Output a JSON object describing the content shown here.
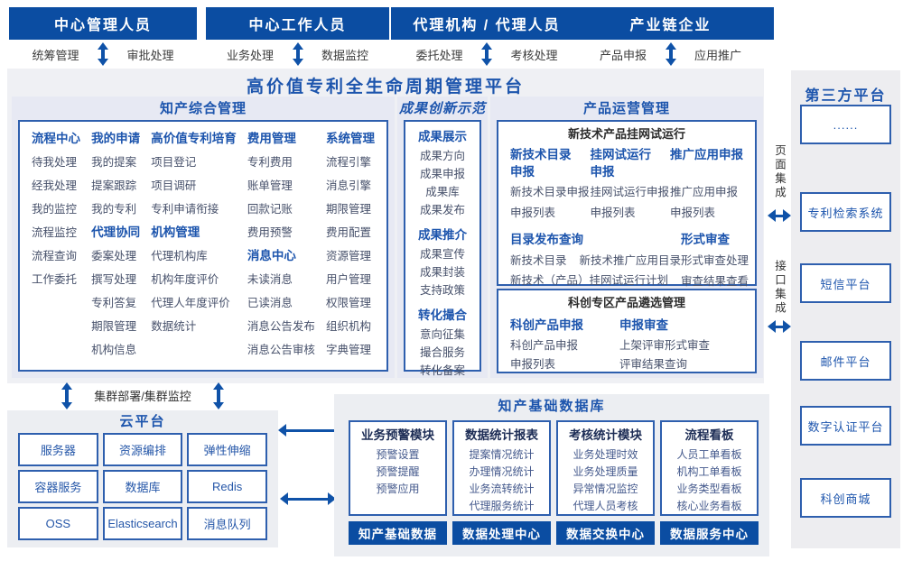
{
  "colors": {
    "primary": "#0b4da2",
    "accent": "#1d55ad",
    "box_border": "#2e5fae",
    "item_text": "#47516b"
  },
  "top_actors": [
    {
      "title": "中心管理人员",
      "left": "统筹管理",
      "right": "审批处理"
    },
    {
      "title": "中心工作人员",
      "left": "业务处理",
      "right": "数据监控"
    },
    {
      "title": "代理机构 / 代理人员",
      "left": "委托处理",
      "right": "考核处理"
    },
    {
      "title": "产业链企业",
      "left": "产品申报",
      "right": "应用推广"
    }
  ],
  "platform": {
    "title": "高价值专利全生命周期管理平台",
    "sections": {
      "zczh": {
        "title": "知产综合管理",
        "columns": [
          [
            [
              "h",
              "流程中心"
            ],
            [
              "i",
              "待我处理"
            ],
            [
              "i",
              "经我处理"
            ],
            [
              "i",
              "我的监控"
            ],
            [
              "i",
              "流程监控"
            ],
            [
              "i",
              "流程查询"
            ],
            [
              "i",
              "工作委托"
            ]
          ],
          [
            [
              "h",
              "我的申请"
            ],
            [
              "i",
              "我的提案"
            ],
            [
              "i",
              "提案跟踪"
            ],
            [
              "i",
              "我的专利"
            ],
            [
              "h",
              "代理协同"
            ],
            [
              "i",
              "委案处理"
            ],
            [
              "i",
              "撰写处理"
            ],
            [
              "i",
              "专利答复"
            ],
            [
              "i",
              "期限管理"
            ],
            [
              "i",
              "机构信息"
            ]
          ],
          [
            [
              "h",
              "高价值专利培育"
            ],
            [
              "i",
              "项目登记"
            ],
            [
              "i",
              "项目调研"
            ],
            [
              "i",
              "专利申请衔接"
            ],
            [
              "h",
              "机构管理"
            ],
            [
              "i",
              "代理机构库"
            ],
            [
              "i",
              "机构年度评价"
            ],
            [
              "i",
              "代理人年度评价"
            ],
            [
              "i",
              "数据统计"
            ]
          ],
          [
            [
              "h",
              "费用管理"
            ],
            [
              "i",
              "专利费用"
            ],
            [
              "i",
              "账单管理"
            ],
            [
              "i",
              "回款记账"
            ],
            [
              "i",
              "费用预警"
            ],
            [
              "h",
              "消息中心"
            ],
            [
              "i",
              "未读消息"
            ],
            [
              "i",
              "已读消息"
            ],
            [
              "i",
              "消息公告发布"
            ],
            [
              "i",
              "消息公告审核"
            ]
          ],
          [
            [
              "h",
              "系统管理"
            ],
            [
              "i",
              "流程引擎"
            ],
            [
              "i",
              "消息引擎"
            ],
            [
              "i",
              "期限管理"
            ],
            [
              "i",
              "费用配置"
            ],
            [
              "i",
              "资源管理"
            ],
            [
              "i",
              "用户管理"
            ],
            [
              "i",
              "权限管理"
            ],
            [
              "i",
              "组织机构"
            ],
            [
              "i",
              "字典管理"
            ]
          ]
        ]
      },
      "cgcx": {
        "title": "成果创新示范",
        "groups": [
          {
            "h": "成果展示",
            "items": [
              "成果方向",
              "成果申报",
              "成果库",
              "成果发布"
            ]
          },
          {
            "h": "成果推介",
            "items": [
              "成果宣传",
              "成果封装",
              "支持政策"
            ]
          },
          {
            "h": "转化撮合",
            "items": [
              "意向征集",
              "撮合服务",
              "转化备案"
            ]
          }
        ]
      },
      "cpyy": {
        "title": "产品运营管理",
        "box1": {
          "title": "新技术产品挂网试运行",
          "cols": [
            {
              "h": "新技术目录\n申报",
              "items": [
                "新技术目录申报",
                "申报列表"
              ]
            },
            {
              "h": "挂网试运行\n申报",
              "items": [
                "挂网试运行申报",
                "申报列表"
              ]
            },
            {
              "h": "推广应用申报",
              "items": [
                "推广应用申报",
                "申报列表"
              ]
            }
          ],
          "bottom_left": {
            "h": "目录发布查询",
            "rows": [
              [
                "新技术目录",
                "新技术推广应用目录"
              ],
              [
                "新技术（产品）挂网试运行计划"
              ]
            ]
          },
          "bottom_right": {
            "h": "形式审查",
            "items": [
              "形式审查处理",
              "审查结果查看"
            ]
          }
        },
        "box2": {
          "title": "科创专区产品遴选管理",
          "cols": [
            {
              "h": "科创产品申报",
              "items": [
                "科创产品申报",
                "申报列表"
              ]
            },
            {
              "h": "申报审查",
              "items": [
                "上架评审形式审查",
                "评审结果查询"
              ]
            }
          ]
        }
      }
    }
  },
  "integration": {
    "page": "页面集成",
    "api": "接口集成"
  },
  "third_party": {
    "title": "第三方平台",
    "items": [
      "专利检索系统",
      "短信平台",
      "邮件平台",
      "数字认证平台",
      "科创商城",
      "......"
    ]
  },
  "cluster_label": "集群部署/集群监控",
  "cloud": {
    "title": "云平台",
    "items": [
      "服务器",
      "资源编排",
      "弹性伸缩",
      "容器服务",
      "数据库",
      "Redis",
      "OSS",
      "Elasticsearch",
      "消息队列"
    ]
  },
  "database": {
    "title": "知产基础数据库",
    "modules": [
      {
        "h": "业务预警模块",
        "items": [
          "预警设置",
          "预警提醒",
          "预警应用"
        ]
      },
      {
        "h": "数据统计报表",
        "items": [
          "提案情况统计",
          "办理情况统计",
          "业务流转统计",
          "代理服务统计"
        ]
      },
      {
        "h": "考核统计模块",
        "items": [
          "业务处理时效",
          "业务处理质量",
          "异常情况监控",
          "代理人员考核"
        ]
      },
      {
        "h": "流程看板",
        "items": [
          "人员工单看板",
          "机构工单看板",
          "业务类型看板",
          "核心业务看板"
        ]
      }
    ],
    "bars": [
      "知产基础数据",
      "数据处理中心",
      "数据交换中心",
      "数据服务中心"
    ]
  }
}
